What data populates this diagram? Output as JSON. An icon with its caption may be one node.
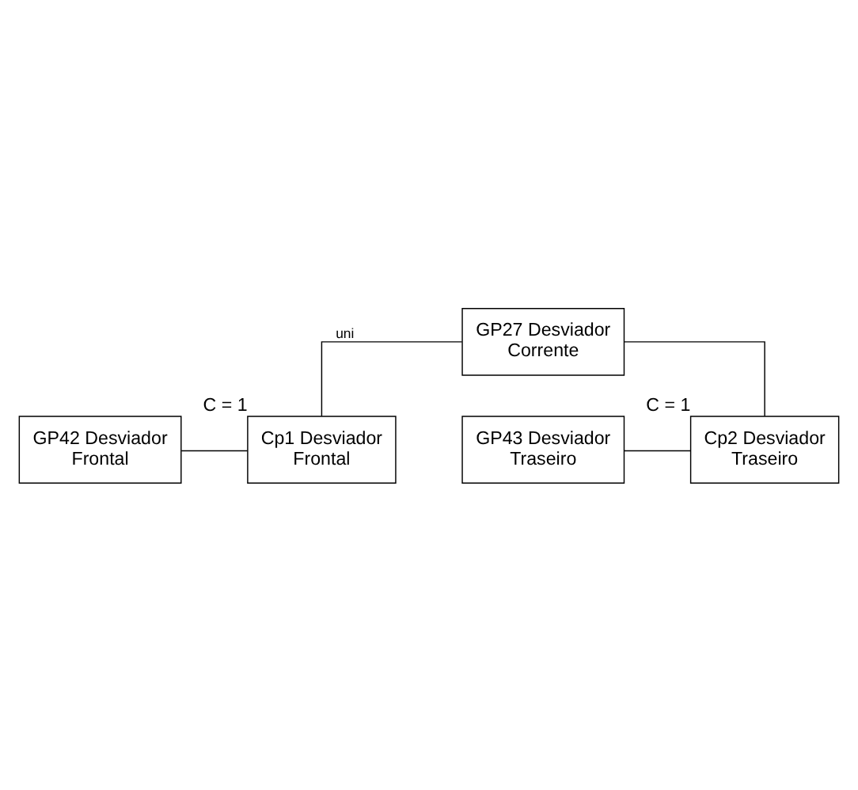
{
  "diagram": {
    "nodes": [
      {
        "text": [
          "GP27 Desviador Corrente"
        ]
      },
      {
        "text": [
          "GP42 Desviador Frontal"
        ]
      },
      {
        "text": [
          "Cp1 Desviador Frontal"
        ],
        "beside": [
          "C = 1"
        ]
      },
      {
        "text": [
          "GP43 Desviador Traseiro"
        ]
      },
      {
        "text": [
          "Cp2 Desviador Traseiro"
        ],
        "beside": [
          "C = 1"
        ]
      }
    ],
    "edges": [
      {
        "from": 0,
        "to": 2,
        "arrow": "none",
        "label": "uni"
      },
      {
        "from": 0,
        "to": 4,
        "arrow": "none"
      },
      {
        "from": 1,
        "to": 2,
        "arrow": "none"
      },
      {
        "from": 3,
        "to": 4,
        "arrow": "none"
      }
    ]
  }
}
